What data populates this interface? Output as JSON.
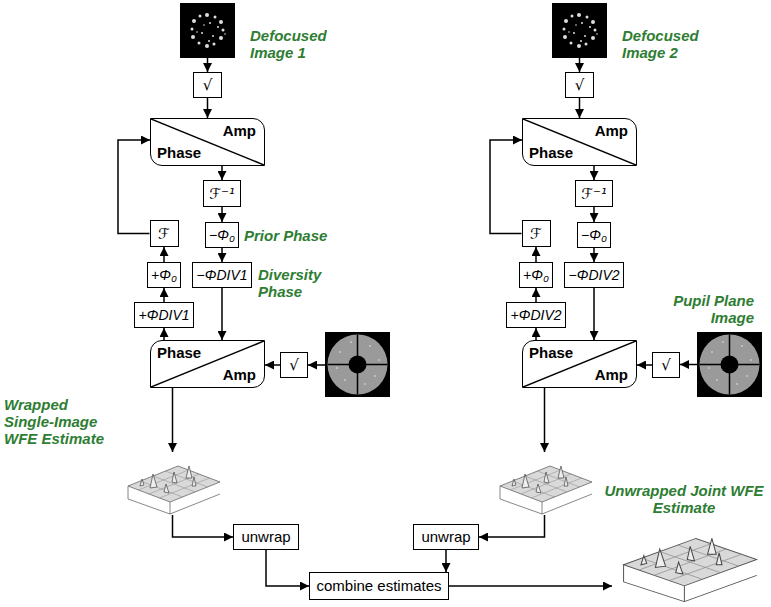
{
  "diagram": {
    "nodes": [
      {
        "text": [
          "Defocused Image 1"
        ]
      },
      {
        "text": [
          "Defocused Image 2"
        ]
      },
      {
        "text": [
          "√"
        ]
      },
      {
        "text": [
          "√"
        ]
      },
      {
        "text": [
          "Amp",
          "Phase"
        ]
      },
      {
        "text": [
          "Amp",
          "Phase"
        ]
      },
      {
        "text": [
          "ℱ⁻¹"
        ]
      },
      {
        "text": [
          "ℱ⁻¹"
        ]
      },
      {
        "text": [
          "ℱ"
        ]
      },
      {
        "text": [
          "−Φ₀"
        ]
      },
      {
        "text": [
          "ℱ"
        ]
      },
      {
        "text": [
          "−Φ₀"
        ]
      },
      {
        "text": [
          "+Φ₀"
        ]
      },
      {
        "text": [
          "−ΦDIV1"
        ]
      },
      {
        "text": [
          "+Φ₀"
        ]
      },
      {
        "text": [
          "−ΦDIV2"
        ]
      },
      {
        "text": [
          "Pupil Plane Image"
        ]
      },
      {
        "text": [
          "+ΦDIV1"
        ]
      },
      {
        "text": [
          "+ΦDIV2"
        ]
      },
      {
        "text": [
          "Phase",
          "Amp"
        ]
      },
      {
        "text": [
          "√"
        ]
      },
      {
        "text": [
          "Phase",
          "Amp"
        ]
      },
      {
        "text": [
          "√"
        ]
      },
      {
        "text": [
          "Wrapped Single-Image WFE Estimate"
        ]
      },
      {
        "text": [
          "Unwrapped Joint WFE Estimate"
        ]
      },
      {
        "text": [
          "unwrap"
        ]
      },
      {
        "text": [
          "unwrap"
        ]
      },
      {
        "text": [
          "combine estimates"
        ]
      }
    ],
    "edges": [
      {
        "from": 0,
        "to": 2,
        "arrow": "to"
      },
      {
        "from": 2,
        "to": 4,
        "arrow": "to"
      },
      {
        "from": 4,
        "to": 6,
        "arrow": "to"
      },
      {
        "from": 6,
        "to": 9,
        "arrow": "to"
      },
      {
        "from": 9,
        "to": 13,
        "arrow": "to"
      },
      {
        "from": 13,
        "to": 19,
        "arrow": "to"
      },
      {
        "from": 19,
        "to": 17,
        "arrow": "to"
      },
      {
        "from": 17,
        "to": 12,
        "arrow": "to"
      },
      {
        "from": 12,
        "to": 8,
        "arrow": "to"
      },
      {
        "from": 8,
        "to": 4,
        "arrow": "to"
      },
      {
        "from": 1,
        "to": 3,
        "arrow": "to"
      },
      {
        "from": 3,
        "to": 5,
        "arrow": "to"
      },
      {
        "from": 5,
        "to": 7,
        "arrow": "to"
      },
      {
        "from": 7,
        "to": 11,
        "arrow": "to"
      },
      {
        "from": 11,
        "to": 15,
        "arrow": "to"
      },
      {
        "from": 15,
        "to": 21,
        "arrow": "to"
      },
      {
        "from": 21,
        "to": 18,
        "arrow": "to"
      },
      {
        "from": 18,
        "to": 14,
        "arrow": "to"
      },
      {
        "from": 14,
        "to": 10,
        "arrow": "to"
      },
      {
        "from": 10,
        "to": 5,
        "arrow": "to"
      },
      {
        "from": 20,
        "to": 19,
        "arrow": "to"
      },
      {
        "from": 22,
        "to": 21,
        "arrow": "to"
      },
      {
        "from": 16,
        "to": 22,
        "arrow": "to"
      },
      {
        "from": 19,
        "to": 23,
        "arrow": "to"
      },
      {
        "from": 23,
        "to": 25,
        "arrow": "to"
      },
      {
        "from": 26,
        "to": 27,
        "arrow": "to"
      },
      {
        "from": 25,
        "to": 27,
        "arrow": "to"
      },
      {
        "from": 27,
        "to": 24,
        "arrow": "to"
      }
    ],
    "labels": [
      "Prior Phase",
      "Diversity Phase"
    ]
  }
}
